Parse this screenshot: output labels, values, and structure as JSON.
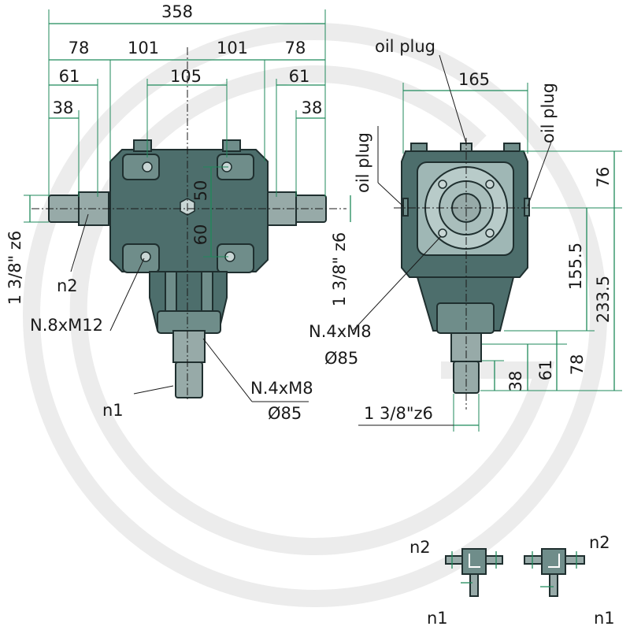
{
  "dimensions": {
    "overall_width": "358",
    "offset_left": "78",
    "half_left": "101",
    "half_right": "101",
    "offset_right": "78",
    "shaft_left_61": "61",
    "bolt_spacing": "105",
    "shaft_right_61": "61",
    "shaft_left_38": "38",
    "shaft_right_38": "38",
    "vertical_50": "50",
    "vertical_60": "60",
    "side_width": "165",
    "side_76": "76",
    "side_155": "155.5",
    "side_233": "233.5",
    "side_78": "78",
    "side_61": "61",
    "side_38": "38"
  },
  "labels": {
    "shaft_dia_left": "1 3/8\" z6",
    "shaft_dia_mid": "1 3/8\" z6",
    "shaft_dia_bottom": "1 3/8\"z6",
    "n2_front": "n2",
    "n1_front": "n1",
    "bolts_m12": "N.8xM12",
    "bolts_m8_front": "N.4xM8",
    "dia_front": "Ø85",
    "bolts_m8_side": "N.4xM8",
    "dia_side": "Ø85",
    "oil_plug_top": "oil plug",
    "oil_plug_left": "oil plug",
    "oil_plug_right": "oil plug"
  },
  "rotation_schemes": {
    "left": {
      "n2": "n2",
      "n1": "n1"
    },
    "right": {
      "n2": "n2",
      "n1": "n1"
    }
  },
  "colors": {
    "dimension_line": "#1f8a5b",
    "housing": "#4d6e6c",
    "flange": "#9fb7b5",
    "shaft": "#97aaa8"
  }
}
